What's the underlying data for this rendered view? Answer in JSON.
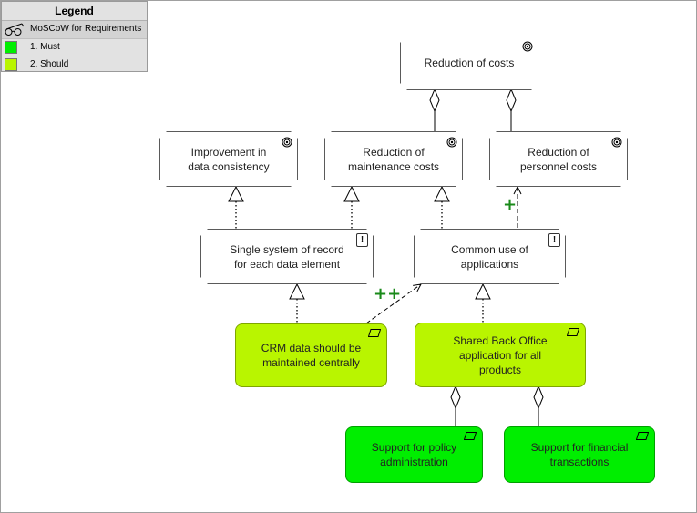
{
  "legend": {
    "title": "Legend",
    "scheme": "MoSCoW for Requirements",
    "items": [
      {
        "label": "1. Must",
        "color": "#00ee00"
      },
      {
        "label": "2. Should",
        "color": "#b9f500"
      }
    ]
  },
  "colors": {
    "must": "#00ee00",
    "should": "#b9f500",
    "influence_marker": "#1a8a1a"
  },
  "goals": {
    "reduction_of_costs": "Reduction of costs",
    "improvement_data_consistency": "Improvement in\ndata consistency",
    "reduction_maintenance_costs": "Reduction of\nmaintenance costs",
    "reduction_personnel_costs": "Reduction of\npersonnel costs"
  },
  "principles": {
    "single_system_of_record": "Single system of record\nfor each data element",
    "common_use_of_applications": "Common use of\napplications"
  },
  "requirements": {
    "crm_data": "CRM data should be\nmaintained centrally",
    "shared_back_office": "Shared Back Office\napplication for all\nproducts",
    "support_policy_admin": "Support for policy\nadministration",
    "support_financial": "Support for financial\ntransactions"
  },
  "influence_labels": {
    "crm_to_common_use": "++",
    "common_use_to_personnel": "+"
  }
}
